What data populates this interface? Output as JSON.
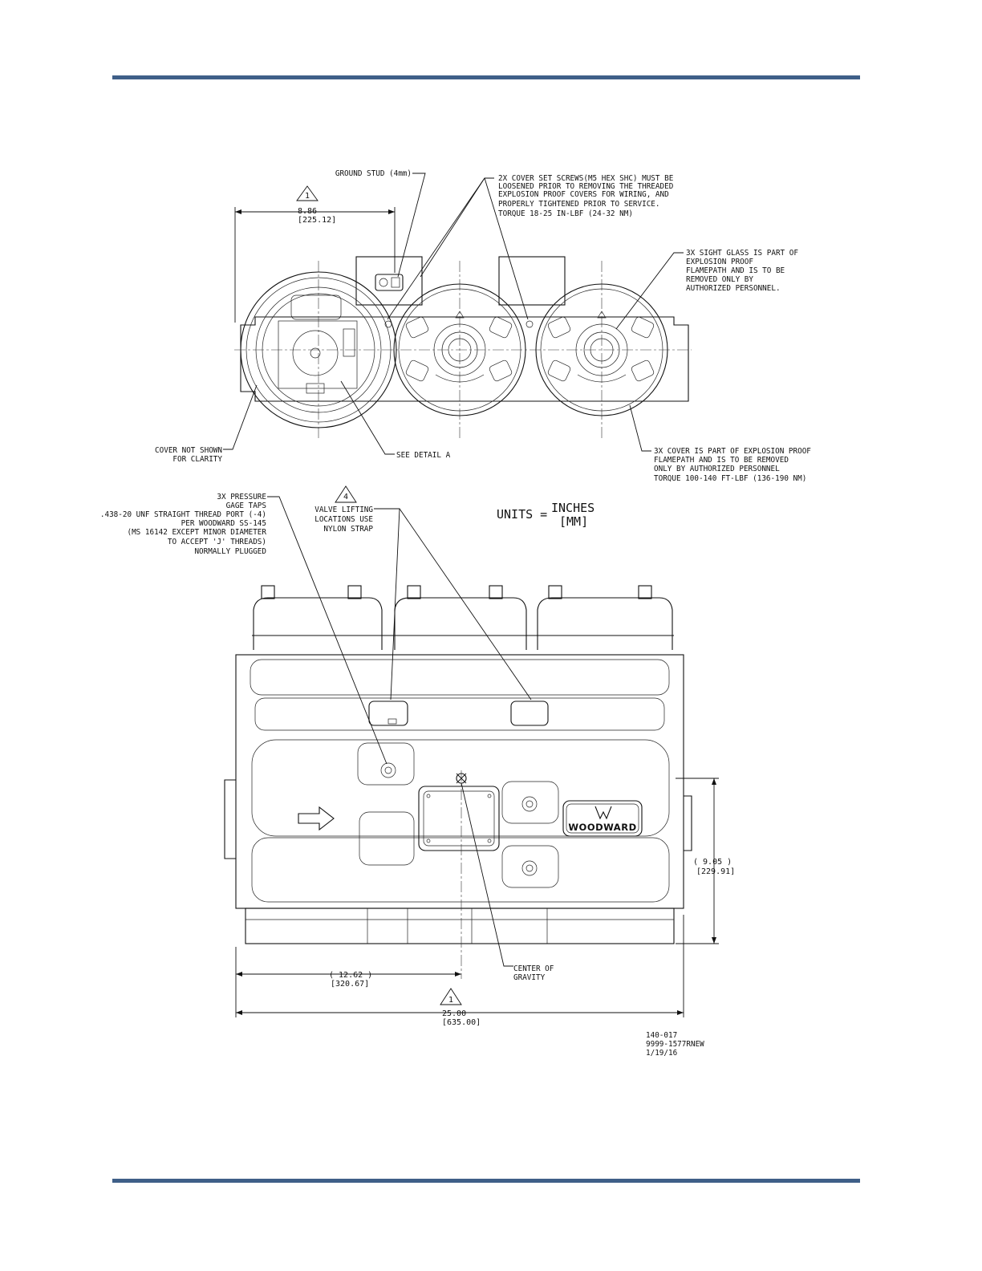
{
  "page": {
    "accent_color": "#3f5f88"
  },
  "top_view": {
    "dim_width": {
      "triangle": "1",
      "value": "8.86",
      "metric": "[225.12]"
    },
    "notes": {
      "ground_stud": "GROUND STUD (4mm)",
      "cover_set_screws": [
        "2X COVER SET SCREWS(M5 HEX SHC) MUST BE",
        "LOOSENED PRIOR TO REMOVING THE THREADED",
        "EXPLOSION PROOF COVERS FOR WIRING, AND",
        "PROPERLY TIGHTENED PRIOR TO SERVICE.",
        "TORQUE 18-25 IN-LBF (24-32 NM)"
      ],
      "sight_glass": [
        "3X SIGHT GLASS IS PART OF",
        "EXPLOSION PROOF",
        "FLAMEPATH AND IS TO BE",
        "REMOVED ONLY BY",
        "AUTHORIZED PERSONNEL."
      ],
      "cover_not_shown": [
        "COVER NOT SHOWN",
        "FOR CLARITY"
      ],
      "see_detail": "SEE DETAIL A",
      "cover_flamepath": [
        "3X COVER IS PART OF EXPLOSION PROOF",
        "FLAMEPATH AND IS TO BE REMOVED",
        "ONLY BY AUTHORIZED PERSONNEL",
        "TORQUE 100-140 FT-LBF (136-190 NM)"
      ]
    }
  },
  "front_view": {
    "notes": {
      "pressure_taps": [
        "3X PRESSURE",
        "GAGE TAPS",
        ".438-20 UNF STRAIGHT THREAD PORT (-4)",
        "PER WOODWARD SS-145",
        "(MS 16142 EXCEPT MINOR DIAMETER",
        "TO ACCEPT 'J' THREADS)",
        "NORMALLY PLUGGED"
      ],
      "lifting_triangle": "4",
      "lifting": [
        "VALVE LIFTING",
        "LOCATIONS USE",
        "NYLON STRAP"
      ],
      "center_of_gravity": [
        "CENTER OF",
        "GRAVITY"
      ]
    },
    "units": {
      "label": "UNITS =",
      "primary": "INCHES",
      "secondary": "[MM]"
    },
    "logo_text": "WOODWARD",
    "dim_height": {
      "value": "( 9.05  )",
      "metric": "[229.91]"
    },
    "dim_cg": {
      "value": "( 12.62  )",
      "metric": "[320.67]"
    },
    "dim_overall": {
      "triangle": "1",
      "value": "25.00",
      "metric": "[635.00]"
    }
  },
  "drawing_ref": [
    "140-017",
    "9999-1577RNEW",
    "1/19/16"
  ]
}
